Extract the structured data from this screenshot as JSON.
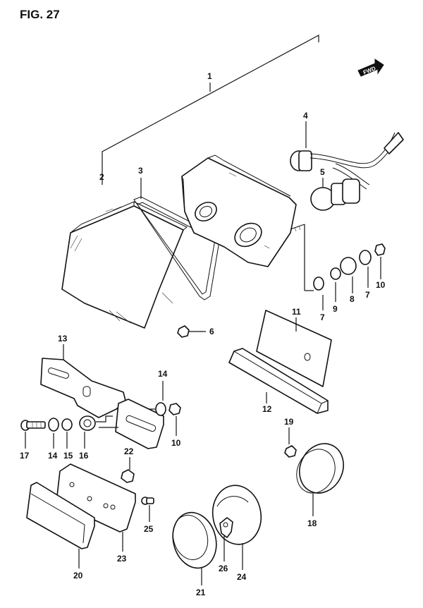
{
  "figure": {
    "title": "FIG. 27",
    "direction_badge": "FWD"
  },
  "callouts": [
    {
      "id": "c1",
      "label": "1"
    },
    {
      "id": "c2",
      "label": "2"
    },
    {
      "id": "c3",
      "label": "3"
    },
    {
      "id": "c4",
      "label": "4"
    },
    {
      "id": "c5",
      "label": "5"
    },
    {
      "id": "c6",
      "label": "6"
    },
    {
      "id": "c7a",
      "label": "7"
    },
    {
      "id": "c7b",
      "label": "7"
    },
    {
      "id": "c8",
      "label": "8"
    },
    {
      "id": "c9",
      "label": "9"
    },
    {
      "id": "c10a",
      "label": "10"
    },
    {
      "id": "c10b",
      "label": "10"
    },
    {
      "id": "c11",
      "label": "11"
    },
    {
      "id": "c12",
      "label": "12"
    },
    {
      "id": "c13",
      "label": "13"
    },
    {
      "id": "c14a",
      "label": "14"
    },
    {
      "id": "c14b",
      "label": "14"
    },
    {
      "id": "c15",
      "label": "15"
    },
    {
      "id": "c16",
      "label": "16"
    },
    {
      "id": "c17",
      "label": "17"
    },
    {
      "id": "c18",
      "label": "18"
    },
    {
      "id": "c19",
      "label": "19"
    },
    {
      "id": "c20",
      "label": "20"
    },
    {
      "id": "c21",
      "label": "21"
    },
    {
      "id": "c22",
      "label": "22"
    },
    {
      "id": "c23",
      "label": "23"
    },
    {
      "id": "c24",
      "label": "24"
    },
    {
      "id": "c25",
      "label": "25"
    },
    {
      "id": "c26",
      "label": "26"
    }
  ],
  "colors": {
    "ink": "#111111",
    "background": "#ffffff"
  }
}
